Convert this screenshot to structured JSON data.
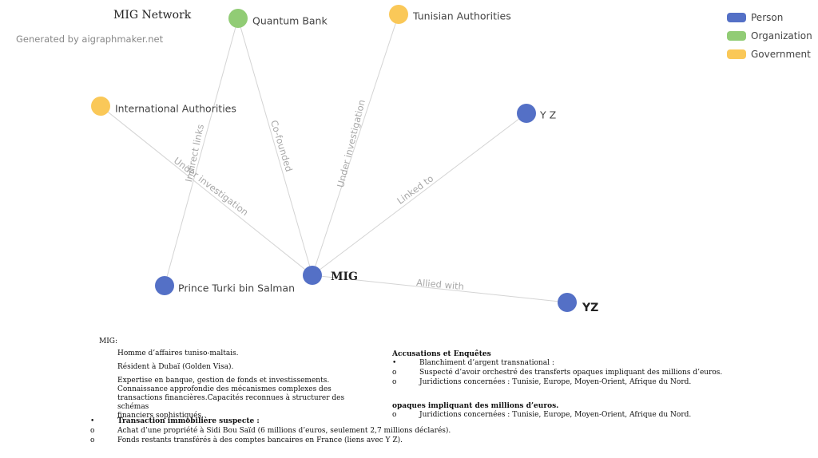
{
  "header": {
    "title": "MIG Network",
    "subtitle": "Generated by aigraphmaker.net"
  },
  "legend": [
    {
      "label": "Person",
      "color": "#5470c6"
    },
    {
      "label": "Organization",
      "color": "#91cc75"
    },
    {
      "label": "Government",
      "color": "#fac858"
    }
  ],
  "graph": {
    "nodes": [
      {
        "id": "mig",
        "label": "MIG",
        "type": "Person"
      },
      {
        "id": "quantum",
        "label": "Quantum Bank",
        "type": "Organization"
      },
      {
        "id": "tunisian",
        "label": "Tunisian Authorities",
        "type": "Government"
      },
      {
        "id": "intl",
        "label": "International Authorities",
        "type": "Government"
      },
      {
        "id": "yz1",
        "label": "Y Z",
        "type": "Person"
      },
      {
        "id": "turki",
        "label": "Prince Turki bin Salman",
        "type": "Person"
      },
      {
        "id": "yz2",
        "label": "YZ",
        "type": "Person"
      }
    ],
    "edges": [
      {
        "source": "quantum",
        "target": "mig",
        "label": "Co-founded"
      },
      {
        "source": "quantum",
        "target": "turki",
        "label": "Indirect links"
      },
      {
        "source": "intl",
        "target": "mig",
        "label": "Under investigation"
      },
      {
        "source": "tunisian",
        "target": "mig",
        "label": "Under investigation"
      },
      {
        "source": "yz1",
        "target": "mig",
        "label": "Linked to"
      },
      {
        "source": "mig",
        "target": "yz2",
        "label": "Allied with"
      }
    ]
  },
  "profile": {
    "heading": "MIG:",
    "lines": [
      "Homme d’affaires tuniso-maltais.",
      "Résident à Dubaï (Golden Visa).",
      "Expertise en banque, gestion de fonds et investissements.",
      "Connaissance approfondie des mécanismes complexes des",
      "transactions financières.Capacités reconnues à structurer des schémas",
      "financiers sophistiqués."
    ]
  },
  "accusations": {
    "heading": "Accusations et Enquêtes",
    "items": [
      {
        "marker": "•",
        "text": "Blanchiment d’argent transnational :"
      },
      {
        "marker": "o",
        "text": "Suspecté d’avoir orchestré des transferts opaques impliquant des millions d’euros."
      },
      {
        "marker": "o",
        "text": "Juridictions concernées : Tunisie, Europe, Moyen-Orient, Afrique du Nord."
      }
    ],
    "subheading": "opaques impliquant des millions d’euros.",
    "subitems": [
      {
        "marker": "o",
        "text": "Juridictions concernées : Tunisie, Europe, Moyen-Orient, Afrique du Nord."
      }
    ]
  },
  "transaction": {
    "items": [
      {
        "marker": "•",
        "text": "Transaction immobilière suspecte :"
      },
      {
        "marker": "o",
        "text": "Achat d’une propriété à Sidi Bou Saïd (6 millions d’euros, seulement 2,7 millions déclarés)."
      },
      {
        "marker": "o",
        "text": "Fonds restants transférés à des comptes bancaires en France (liens avec Y Z)."
      }
    ]
  }
}
